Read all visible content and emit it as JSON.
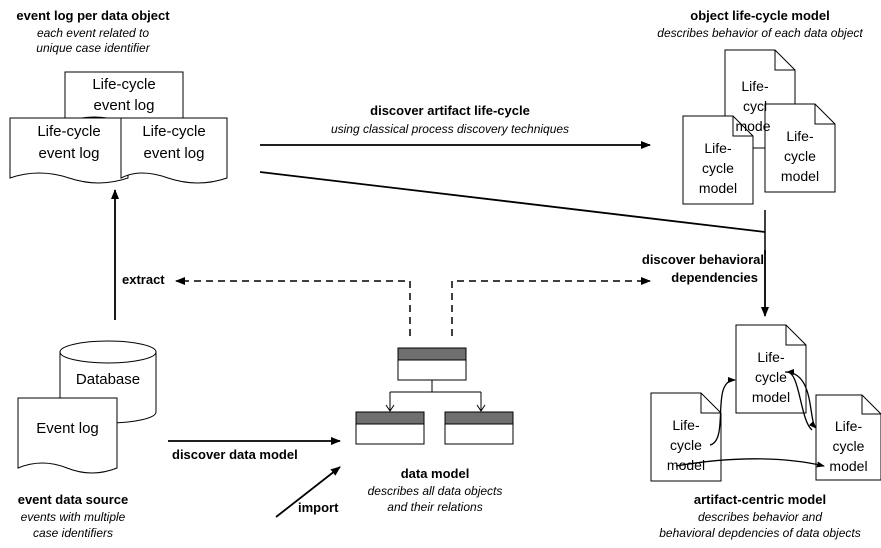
{
  "event_log_group": {
    "title": "event log per data object",
    "subtitle_1": "each event related to",
    "subtitle_2": "unique case identifier",
    "log_line_1": "Life-cycle",
    "log_line_2": "event log"
  },
  "olc_group": {
    "title": "object life-cycle model",
    "subtitle": "describes behavior of each data object",
    "doc_line_1": "Life-",
    "doc_line_2": "cycle",
    "doc_line_3": "model",
    "back_line_2": "cycl",
    "back_line_3": "mode"
  },
  "discover_lifecycle": {
    "title": "discover artifact life-cycle",
    "subtitle": "using classical process discovery techniques"
  },
  "discover_behavior": {
    "line_1": "discover behavioral",
    "line_2": "dependencies"
  },
  "extract_label": "extract",
  "database_label": "Database",
  "event_log_label": "Event log",
  "event_data_source": {
    "title": "event data source",
    "subtitle_1": "events with multiple",
    "subtitle_2": "case identifiers"
  },
  "discover_data_model_label": "discover data model",
  "import_label": "import",
  "data_model_group": {
    "title": "data model",
    "subtitle_1": "describes all data objects",
    "subtitle_2": "and their relations"
  },
  "artifact_group": {
    "title": "artifact-centric model",
    "subtitle_1": "describes behavior and",
    "subtitle_2": "behavioral depdencies of data objects"
  }
}
